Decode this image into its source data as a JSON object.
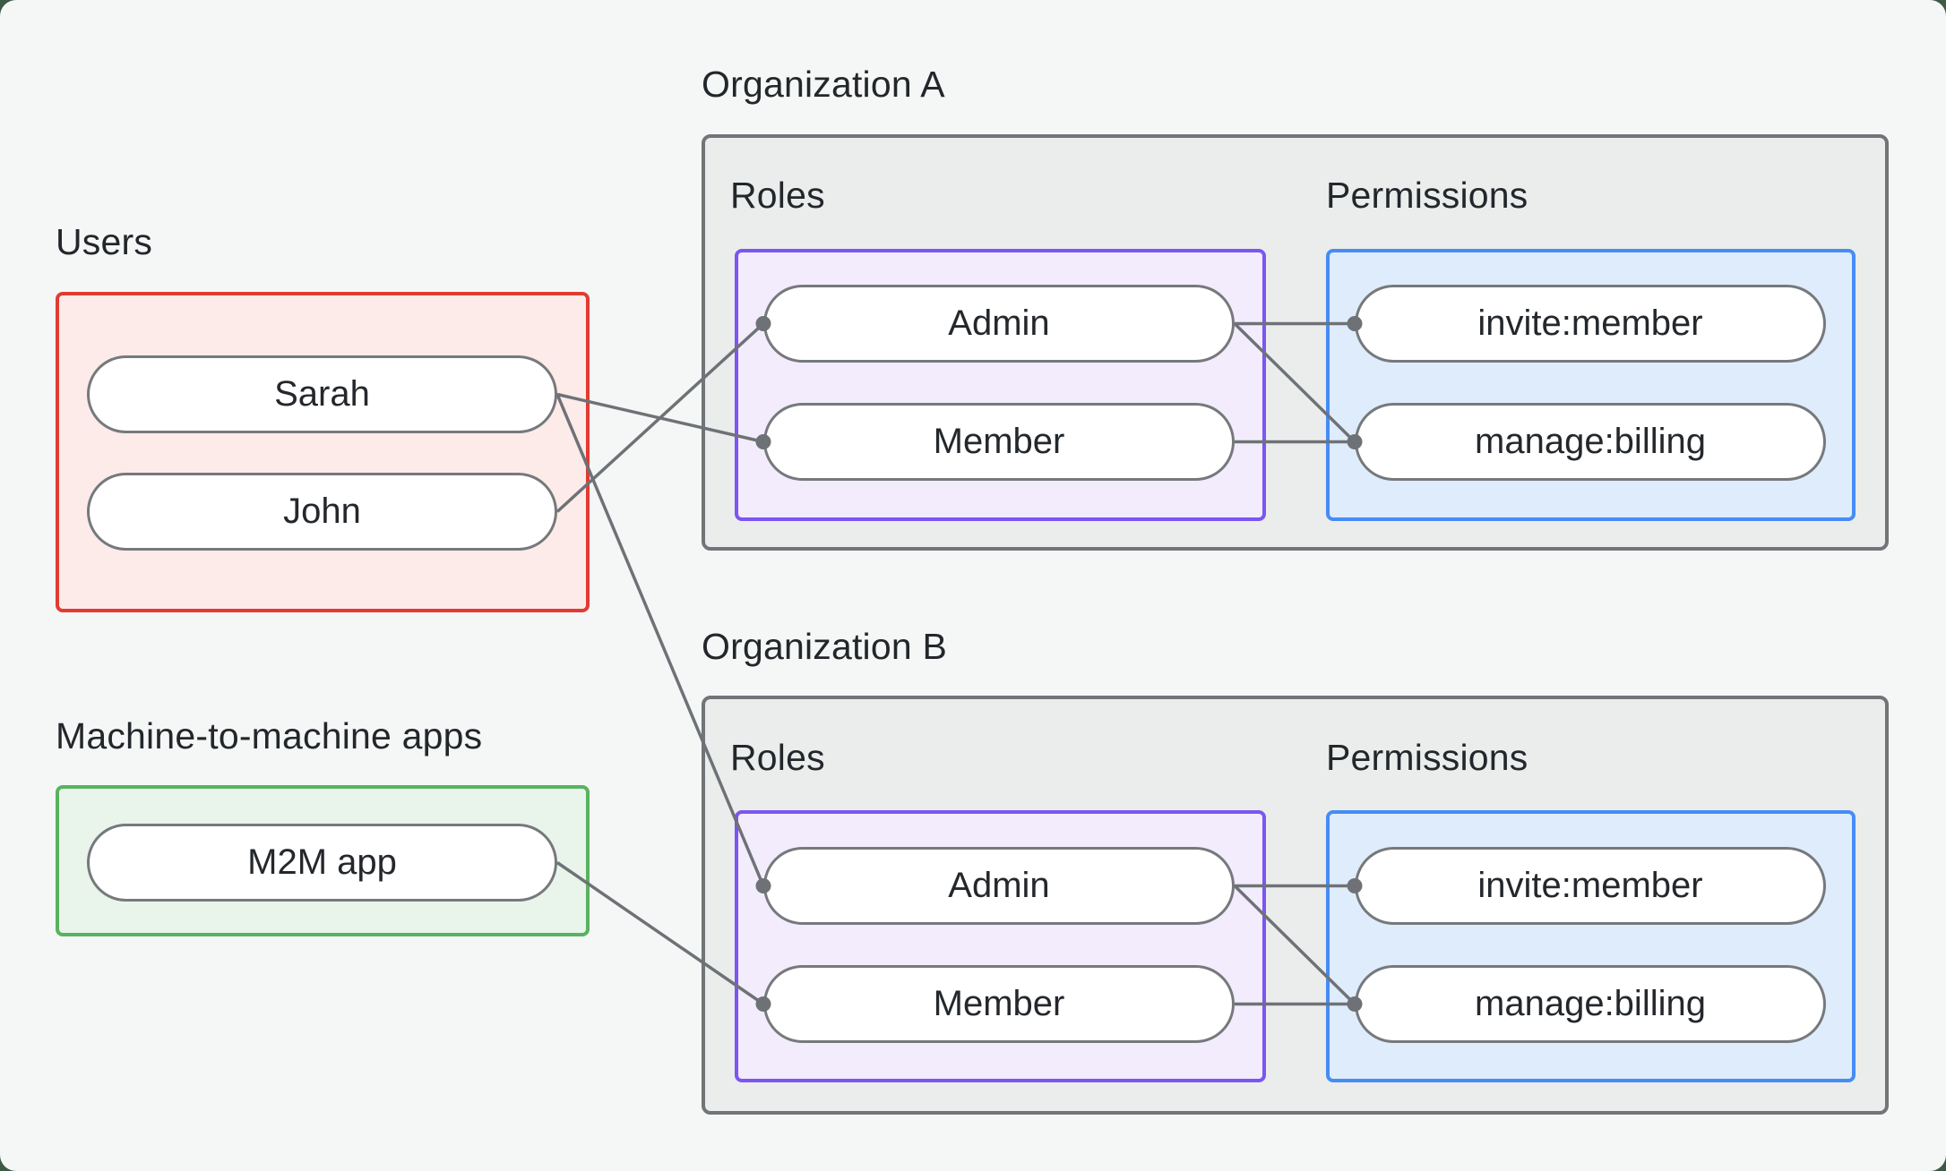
{
  "diagram": {
    "description": "Role-based access control diagram linking users and machine-to-machine apps to roles and permissions within organizations"
  },
  "users": {
    "label": "Users",
    "items": [
      "Sarah",
      "John"
    ]
  },
  "m2m": {
    "label": "Machine-to-machine apps",
    "items": [
      "M2M app"
    ]
  },
  "orgs": [
    {
      "label": "Organization A",
      "roles_label": "Roles",
      "permissions_label": "Permissions",
      "roles": [
        "Admin",
        "Member"
      ],
      "permissions": [
        "invite:member",
        "manage:billing"
      ]
    },
    {
      "label": "Organization B",
      "roles_label": "Roles",
      "permissions_label": "Permissions",
      "roles": [
        "Admin",
        "Member"
      ],
      "permissions": [
        "invite:member",
        "manage:billing"
      ]
    }
  ],
  "connections": [
    {
      "from": "Sarah",
      "to": "Organization A / Member"
    },
    {
      "from": "John",
      "to": "Organization A / Admin"
    },
    {
      "from": "Sarah",
      "to": "Organization B / Admin"
    },
    {
      "from": "M2M app",
      "to": "Organization B / Member"
    },
    {
      "from": "Organization A / Admin",
      "to": "Organization A / invite:member"
    },
    {
      "from": "Organization A / Admin",
      "to": "Organization A / manage:billing"
    },
    {
      "from": "Organization A / Member",
      "to": "Organization A / manage:billing"
    },
    {
      "from": "Organization B / Admin",
      "to": "Organization B / invite:member"
    },
    {
      "from": "Organization B / Admin",
      "to": "Organization B / manage:billing"
    },
    {
      "from": "Organization B / Member",
      "to": "Organization B / manage:billing"
    }
  ],
  "colors": {
    "background": "#f5f7f6",
    "backdrop": "#3d5a45",
    "users_border": "#e23b32",
    "users_fill": "#fcebe9",
    "m2m_border": "#57b35f",
    "m2m_fill": "#e9f4ea",
    "org_border": "#717579",
    "org_fill": "#ebedec",
    "roles_border": "#7d55f3",
    "roles_fill": "#f2ecfd",
    "permissions_border": "#468cf6",
    "permissions_fill": "#dfecfb",
    "node_border": "#76797c",
    "node_fill": "#ffffff",
    "edge": "#6e7276",
    "text": "#23272b"
  }
}
